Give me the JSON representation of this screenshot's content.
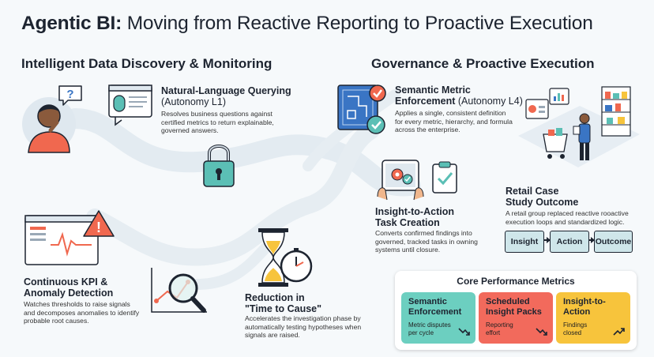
{
  "title": {
    "bold": "Agentic BI:",
    "rest": " Moving from Reactive Reporting to Proactive Execution"
  },
  "left_heading": "Intelligent Data Discovery & Monitoring",
  "right_heading": "Governance & Proactive Execution",
  "nlq": {
    "title": "Natural-Language Querying",
    "autonomy": "(Autonomy L1)",
    "desc": "Resolves business questions against certified metrics to return explainable, governed answers."
  },
  "kpi": {
    "title_line1": "Continuous KPI &",
    "title_line2": "Anomaly Detection",
    "desc": "Watches thresholds to raise signals and decomposes anomalies to identify probable root causes."
  },
  "time_to_cause": {
    "title_line1": "Reduction in",
    "title_line2": "\"Time to Cause\"",
    "desc": "Accelerates the investigation phase by automatically testing hypotheses when signals are raised."
  },
  "semantic": {
    "title_line1": "Semantic Metric",
    "title_line2": "Enforcement",
    "autonomy": " (Autonomy L4)",
    "desc": "Applies a single, consistent definition for every metric, hierarchy, and formula across the enterprise."
  },
  "insight_action": {
    "title_line1": "Insight-to-Action",
    "title_line2": "Task Creation",
    "desc": "Converts confirmed findings into governed, tracked tasks in owning systems until closure."
  },
  "retail": {
    "title_line1": "Retail Case",
    "title_line2": "Study Outcome",
    "desc": "A retail group replaced reactive rooactive execution loops and standardized logic.",
    "flow": [
      "Insight",
      "Action",
      "Outcome"
    ]
  },
  "metrics": {
    "title": "Core Performance Metrics",
    "cards": [
      {
        "title": "Semantic Enforcement",
        "desc": "Metric disputes per cycle",
        "color": "#6ccfc0",
        "trend": "down"
      },
      {
        "title": "Scheduled Insight Packs",
        "desc": "Reporting effort",
        "color": "#f26a5c",
        "trend": "down"
      },
      {
        "title": "Insight-to-Action",
        "desc": "Findings closed",
        "color": "#f7c43c",
        "trend": "up"
      }
    ]
  },
  "colors": {
    "teal": "#5bbfb5",
    "coral": "#f26a5c",
    "amber": "#f7c43c",
    "navy": "#1d2430",
    "blue": "#3a75c4"
  },
  "icons": [
    "question-bubble-icon",
    "person-thinking-icon",
    "laptop-mic-icon",
    "padlock-icon",
    "alert-monitor-icon",
    "magnifier-chart-icon",
    "hourglass-stopwatch-icon",
    "blueprint-check-icon",
    "shopping-store-icon",
    "tablet-gear-icon",
    "clipboard-check-icon"
  ]
}
